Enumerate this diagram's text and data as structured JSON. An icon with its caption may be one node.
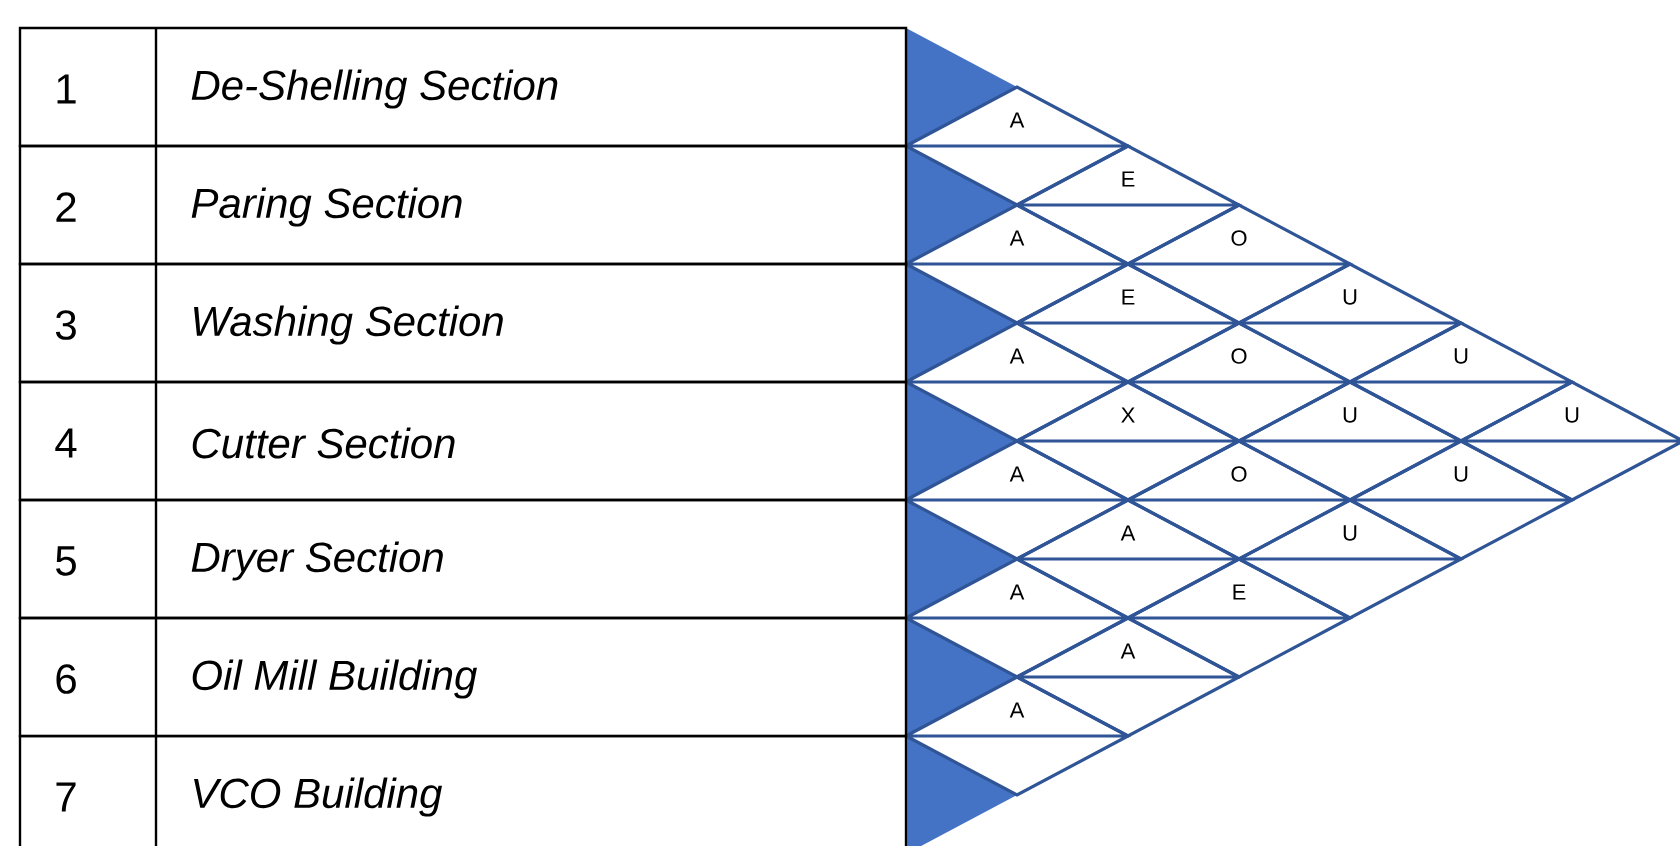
{
  "diagram": {
    "nodes": [
      {
        "text": [
          "1",
          "De-Shelling Section"
        ]
      },
      {
        "text": [
          "2",
          "Paring Section"
        ]
      },
      {
        "text": [
          "3",
          "Washing Section"
        ]
      },
      {
        "text": [
          "4",
          "Cutter Section"
        ]
      },
      {
        "text": [
          "5",
          "Dryer Section"
        ]
      },
      {
        "text": [
          "6",
          "Oil Mill Building"
        ]
      },
      {
        "text": [
          "7",
          "VCO Building"
        ]
      },
      {
        "text": [
          "A"
        ]
      },
      {
        "text": [
          "E"
        ]
      },
      {
        "text": [
          "A"
        ]
      },
      {
        "text": [
          "O"
        ]
      },
      {
        "text": [
          "E"
        ]
      },
      {
        "text": [
          "U"
        ]
      },
      {
        "text": [
          "A"
        ]
      },
      {
        "text": [
          "O"
        ]
      },
      {
        "text": [
          "U"
        ]
      },
      {
        "text": [
          "X"
        ]
      },
      {
        "text": [
          "U"
        ]
      },
      {
        "text": [
          "U"
        ]
      },
      {
        "text": [
          "A"
        ]
      },
      {
        "text": [
          "O"
        ]
      },
      {
        "text": [
          "U"
        ]
      },
      {
        "text": [
          "A"
        ]
      },
      {
        "text": [
          "U"
        ]
      },
      {
        "text": [
          "A"
        ]
      },
      {
        "text": [
          "E"
        ]
      },
      {
        "text": [
          "A"
        ]
      },
      {
        "text": [
          "A"
        ]
      }
    ]
  }
}
